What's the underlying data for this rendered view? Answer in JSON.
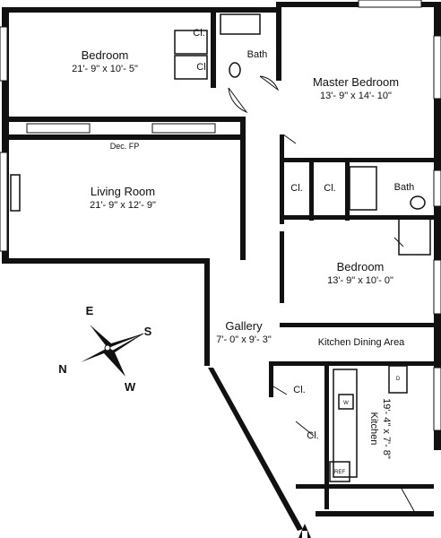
{
  "rooms": {
    "bedroom_top": {
      "name": "Bedroom",
      "dims": "21'- 9\" x 10'- 5\""
    },
    "master_bedroom": {
      "name": "Master Bedroom",
      "dims": "13'- 9\" x 14'- 10\""
    },
    "living_room": {
      "name": "Living Room",
      "dims": "21'- 9\" x 12'- 9\""
    },
    "bedroom_right": {
      "name": "Bedroom",
      "dims": "13'- 9\" x 10'- 0\""
    },
    "gallery": {
      "name": "Gallery",
      "dims": "7'- 0\" x 9'- 3\""
    },
    "kitchen_dining": {
      "name": "Kitchen Dining Area"
    },
    "kitchen": {
      "name": "Kitchen",
      "dims": "19'- 4\" x 7'- 8\""
    }
  },
  "labels": {
    "closet": "Cl.",
    "bath": "Bath",
    "fireplace": "Dec. FP",
    "washer": "W",
    "dishwasher": "D",
    "refrigerator": "REF"
  },
  "compass": {
    "north": "N",
    "south": "S",
    "east": "E",
    "west": "W"
  }
}
